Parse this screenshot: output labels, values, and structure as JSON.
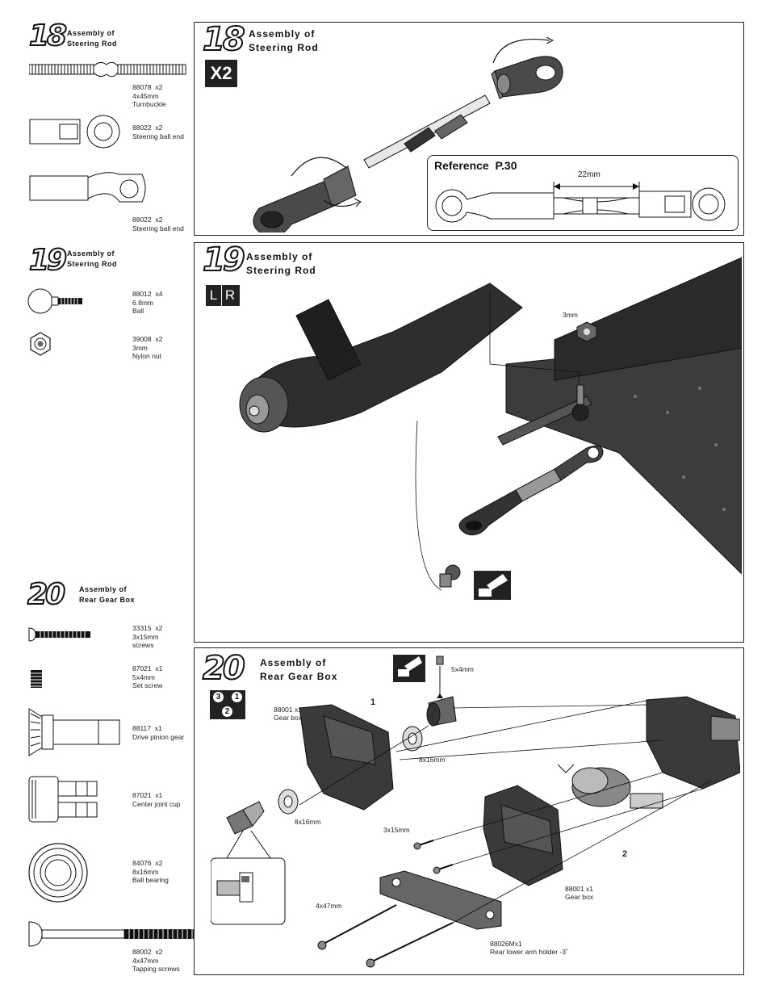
{
  "steps": [
    {
      "number": "18",
      "title_line1": "Assembly of",
      "title_line2": "Steering Rod",
      "multiplier": "X2",
      "reference": {
        "label": "Reference",
        "page": "P.30",
        "dimension": "22mm"
      },
      "parts": [
        {
          "code": "88078",
          "qty": "x2",
          "size": "4x45mm",
          "name": "Turnbuckle"
        },
        {
          "code": "88022",
          "qty": "x2",
          "size": "",
          "name": "Steering ball end"
        },
        {
          "code": "88022",
          "qty": "x2",
          "size": "",
          "name": "Steering ball end"
        }
      ]
    },
    {
      "number": "19",
      "title_line1": "Assembly of",
      "title_line2": "Steering Rod",
      "side_tag_left": "L",
      "side_tag_right": "R",
      "callout_3mm": "3mm",
      "parts": [
        {
          "code": "88012",
          "qty": "x4",
          "size": "6.8mm",
          "name": "Ball"
        },
        {
          "code": "39008",
          "qty": "x2",
          "size": "3mm",
          "name": "Nylon nut"
        }
      ]
    },
    {
      "number": "20",
      "title_line1": "Assembly of",
      "title_line2": "Rear Gear Box",
      "order_tag": {
        "a": "3",
        "b": "1",
        "c": "2"
      },
      "parts": [
        {
          "code": "33315",
          "qty": "x2",
          "size": "3x15mm",
          "name": "screws"
        },
        {
          "code": "87021",
          "qty": "x1",
          "size": "5x4mm",
          "name": "Set screw"
        },
        {
          "code": "88117",
          "qty": "x1",
          "size": "",
          "name": "Drive pinion gear"
        },
        {
          "code": "87021",
          "qty": "x1",
          "size": "",
          "name": "Center joint cup"
        },
        {
          "code": "84076",
          "qty": "x2",
          "size": "8x16mm",
          "name": "Ball bearing"
        },
        {
          "code": "88002",
          "qty": "x2",
          "size": "4x47mm",
          "name": "Tapping screws"
        }
      ],
      "callouts": {
        "set_screw": "5x4mm",
        "gear_box_code": "88001  x1",
        "gear_box_name": "Gear box",
        "bearing_a": "8x16mm",
        "bearing_b": "8x16mm",
        "screw_3x15": "3x15mm",
        "screw_4x47": "4x47mm",
        "gear_box_code_2": "88001  x1",
        "gear_box_name_2": "Gear box",
        "holder_code": "88026Mx1",
        "holder_name": "Rear  lower arm holder -3˚",
        "sub_step_1": "1",
        "sub_step_2": "2"
      }
    }
  ]
}
